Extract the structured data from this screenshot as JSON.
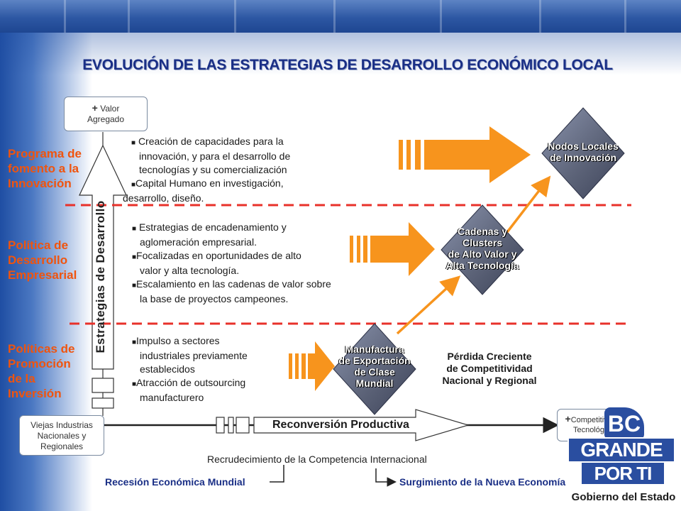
{
  "title": "EVOLUCIÓN DE LAS ESTRATEGIAS DE DESARROLLO ECONÓMICO LOCAL",
  "axis": {
    "top_box_plus": "+",
    "top_box": "Valor Agregado",
    "top_box_line2": "Agregado",
    "top_box_line1": "Valor",
    "vertical_label": "Estrategias de Desarrollo",
    "bottom_box": [
      "Viejas Industrias",
      "Nacionales y",
      "Regionales"
    ]
  },
  "programs": [
    {
      "label": [
        "Programa de",
        "fomento a la",
        "Innovación"
      ]
    },
    {
      "label": [
        "Política de",
        "Desarrollo",
        "Empresarial"
      ]
    },
    {
      "label": [
        "Políticas de",
        "Promoción",
        "de la",
        "Inversión"
      ]
    }
  ],
  "bullets": {
    "innovation": [
      "Creación de capacidades para la",
      "innovación, y para el desarrollo de",
      "tecnologías y su comercialización",
      "Capital Humano en investigación,",
      "desarrollo, diseño."
    ],
    "business": [
      "Estrategias de encadenamiento y",
      "aglomeración empresarial.",
      "Focalizadas en oportunidades de alto",
      "valor y alta tecnología.",
      "Escalamiento en las cadenas de valor sobre",
      "la base de proyectos campeones."
    ],
    "investment": [
      "Impulso a sectores",
      "industriales previamente",
      "establecidos",
      "Atracción de outsourcing",
      "manufacturero"
    ]
  },
  "diamonds": {
    "top": [
      "Nodos Locales",
      "de Innovación"
    ],
    "middle": [
      "Cadenas y",
      "Clusters",
      "de Alto Valor y",
      "Alta Tecnología"
    ],
    "bottom": [
      "Manufactura",
      "de Exportación",
      "de Clase",
      "Mundial"
    ]
  },
  "loss_note": [
    "Pérdida Creciente",
    "de Competitividad",
    "Nacional y Regional"
  ],
  "reconversion": "Reconversión Productiva",
  "right_box_plus": "+",
  "right_box": [
    "Competitividad",
    "Tecnológica"
  ],
  "bottom": {
    "competition": "Recrudecimiento de la Competencia Internacional",
    "recession": "Recesión Económica Mundial",
    "new_economy": "Surgimiento de la Nueva Economía"
  },
  "logo": {
    "bc": "BC",
    "grande": "GRANDE",
    "porti": "POR TI",
    "gobierno": "Gobierno del Estado"
  },
  "colors": {
    "orange": "#f7941d",
    "title_blue": "#1a2f86",
    "red_label": "#f0540e",
    "diamond": "#5d6479",
    "dash_red": "#e8312a"
  }
}
